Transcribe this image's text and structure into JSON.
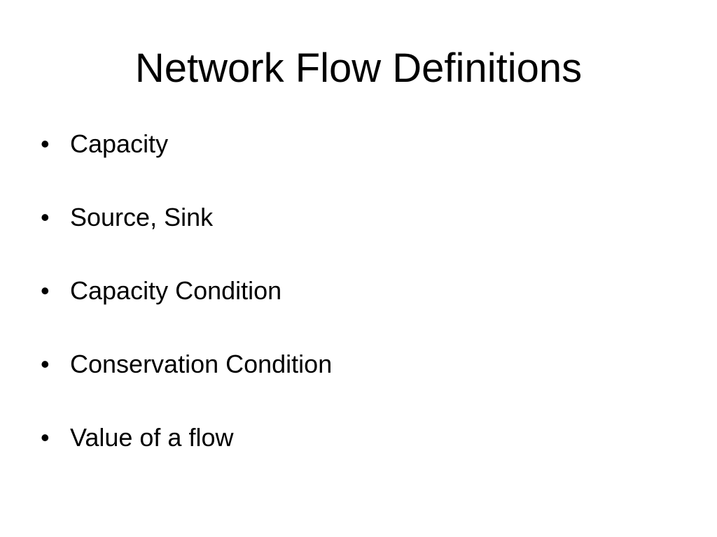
{
  "slide": {
    "title": "Network Flow Definitions",
    "bullet_glyph": "•",
    "items": [
      {
        "text": "Capacity"
      },
      {
        "text": "Source, Sink"
      },
      {
        "text": "Capacity Condition"
      },
      {
        "text": "Conservation Condition"
      },
      {
        "text": "Value of a flow"
      }
    ]
  }
}
